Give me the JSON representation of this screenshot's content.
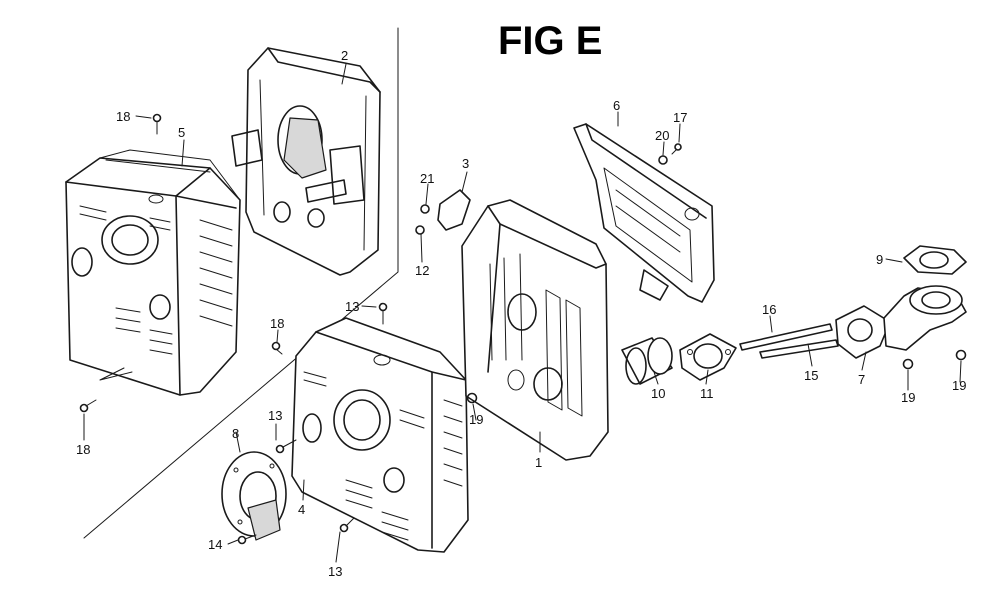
{
  "title": "FIG E",
  "callouts": [
    {
      "id": "c1",
      "text": "1"
    },
    {
      "id": "c2",
      "text": "2"
    },
    {
      "id": "c3",
      "text": "3"
    },
    {
      "id": "c4",
      "text": "4"
    },
    {
      "id": "c5",
      "text": "5"
    },
    {
      "id": "c6",
      "text": "6"
    },
    {
      "id": "c7",
      "text": "7"
    },
    {
      "id": "c8",
      "text": "8"
    },
    {
      "id": "c9",
      "text": "9"
    },
    {
      "id": "c10",
      "text": "10"
    },
    {
      "id": "c11",
      "text": "11"
    },
    {
      "id": "c12",
      "text": "12"
    },
    {
      "id": "c13a",
      "text": "13"
    },
    {
      "id": "c13b",
      "text": "13"
    },
    {
      "id": "c13c",
      "text": "13"
    },
    {
      "id": "c14",
      "text": "14"
    },
    {
      "id": "c15",
      "text": "15"
    },
    {
      "id": "c16",
      "text": "16"
    },
    {
      "id": "c17",
      "text": "17"
    },
    {
      "id": "c18a",
      "text": "18"
    },
    {
      "id": "c18b",
      "text": "18"
    },
    {
      "id": "c18c",
      "text": "18"
    },
    {
      "id": "c19a",
      "text": "19"
    },
    {
      "id": "c19b",
      "text": "19"
    },
    {
      "id": "c19c",
      "text": "19"
    },
    {
      "id": "c20",
      "text": "20"
    },
    {
      "id": "c21",
      "text": "21"
    }
  ]
}
